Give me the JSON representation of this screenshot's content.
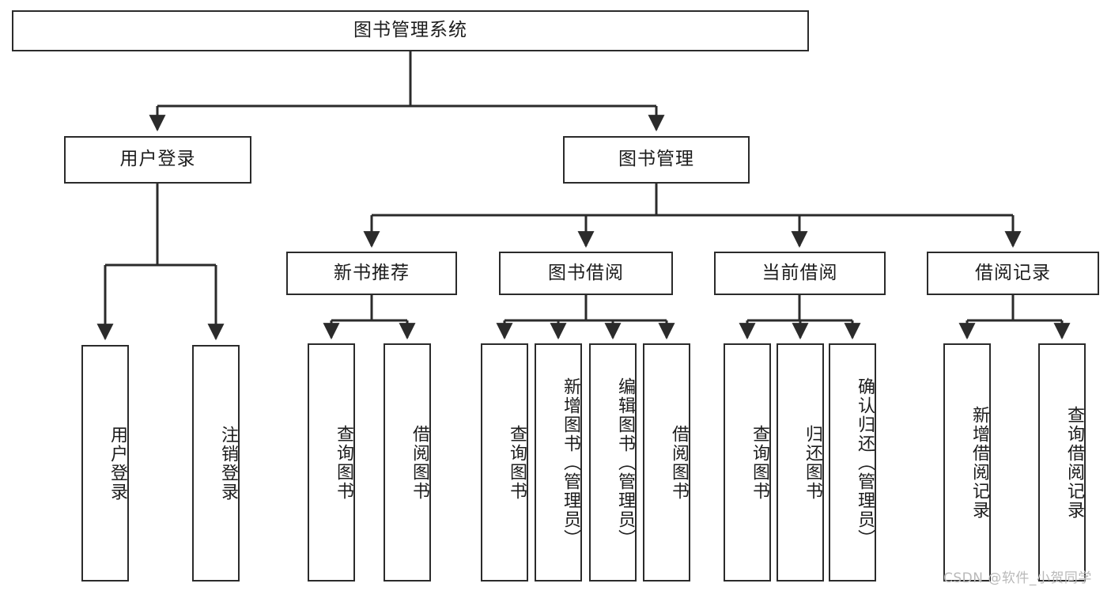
{
  "diagram": {
    "type": "tree-hierarchy",
    "title": "图书管理系统",
    "background_color": "#ffffff",
    "line_color": "#2b2b2b",
    "box_fill": "#ffffff",
    "text_color": "#1c1c1c"
  },
  "nodes": {
    "root": {
      "label": "图书管理系统",
      "level": 0,
      "orientation": "horizontal"
    },
    "l1": [
      {
        "id": "user-login",
        "label": "用户登录",
        "level": 1,
        "orientation": "horizontal"
      },
      {
        "id": "book-manage",
        "label": "图书管理",
        "level": 1,
        "orientation": "horizontal"
      }
    ],
    "l2": [
      {
        "id": "new-book-recommend",
        "label": "新书推荐",
        "level": 2,
        "orientation": "horizontal",
        "parent": "book-manage"
      },
      {
        "id": "book-borrow",
        "label": "图书借阅",
        "level": 2,
        "orientation": "horizontal",
        "parent": "book-manage"
      },
      {
        "id": "current-borrow",
        "label": "当前借阅",
        "level": 2,
        "orientation": "horizontal",
        "parent": "book-manage"
      },
      {
        "id": "borrow-record",
        "label": "借阅记录",
        "level": 2,
        "orientation": "horizontal",
        "parent": "book-manage"
      }
    ],
    "leaves": [
      {
        "id": "leaf-user-login",
        "label": "用户登录",
        "parent": "user-login",
        "orientation": "vertical"
      },
      {
        "id": "leaf-user-logout",
        "label": "注销登录",
        "parent": "user-login",
        "orientation": "vertical"
      },
      {
        "id": "leaf-query-book-1",
        "label": "查询图书",
        "parent": "new-book-recommend",
        "orientation": "vertical"
      },
      {
        "id": "leaf-borrow-book-1",
        "label": "借阅图书",
        "parent": "new-book-recommend",
        "orientation": "vertical"
      },
      {
        "id": "leaf-query-book-2",
        "label": "查询图书",
        "parent": "book-borrow",
        "orientation": "vertical"
      },
      {
        "id": "leaf-add-book",
        "label": "新增图书（管理员）",
        "parent": "book-borrow",
        "orientation": "vertical"
      },
      {
        "id": "leaf-edit-book",
        "label": "编辑图书（管理员）",
        "parent": "book-borrow",
        "orientation": "vertical"
      },
      {
        "id": "leaf-borrow-book-2",
        "label": "借阅图书",
        "parent": "book-borrow",
        "orientation": "vertical"
      },
      {
        "id": "leaf-query-book-3",
        "label": "查询图书",
        "parent": "current-borrow",
        "orientation": "vertical"
      },
      {
        "id": "leaf-return-book",
        "label": "归还图书",
        "parent": "current-borrow",
        "orientation": "vertical"
      },
      {
        "id": "leaf-confirm-return",
        "label": "确认归还（管理员）",
        "parent": "current-borrow",
        "orientation": "vertical"
      },
      {
        "id": "leaf-add-record",
        "label": "新增借阅记录",
        "parent": "borrow-record",
        "orientation": "vertical"
      },
      {
        "id": "leaf-query-record",
        "label": "查询借阅记录",
        "parent": "borrow-record",
        "orientation": "vertical"
      }
    ]
  },
  "watermark": {
    "text": "CSDN @软件_小贺同学"
  }
}
